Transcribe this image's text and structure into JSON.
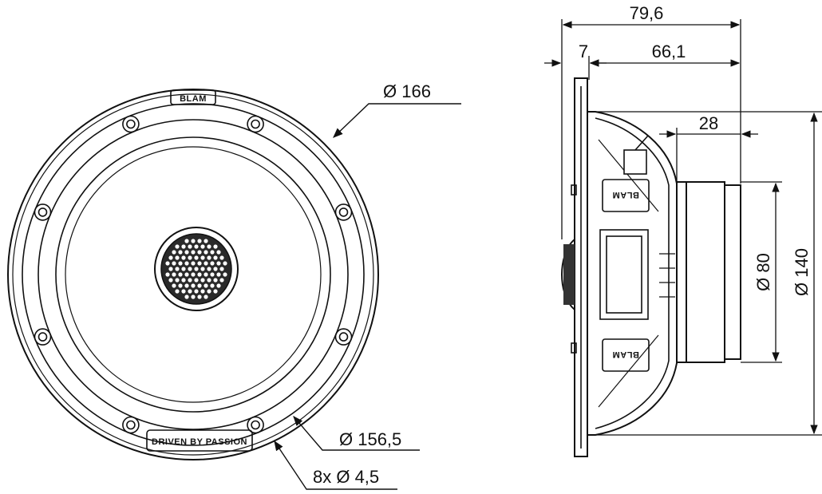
{
  "front_view": {
    "brand_label": "BLAM",
    "tagline_label": "DRIVEN BY PASSION",
    "dim_outer": "Ø 166",
    "dim_ring": "Ø 156,5",
    "dim_holes": "8x  Ø 4,5"
  },
  "side_view": {
    "dim_total_depth": "79,6",
    "dim_flange": "7",
    "dim_body_depth": "66,1",
    "dim_magnet_depth": "28",
    "dim_magnet_dia": "Ø 80",
    "dim_cutout_dia": "Ø 140",
    "brand_label_top": "BLAM",
    "brand_label_bottom": "BLAM"
  },
  "colors": {
    "line": "#111111",
    "background": "#ffffff"
  }
}
